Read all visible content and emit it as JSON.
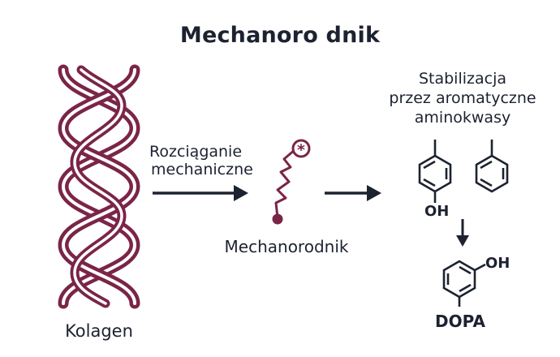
{
  "title": "Mechanoro dnik",
  "labels": {
    "collagen": "Kolagen",
    "stretch_line1": "Rozciąganie",
    "stretch_line2": "mechaniczne",
    "radical": "Mechanorodnik",
    "stabilization_line1": "Stabilizacja",
    "stabilization_line2": "przez aromatyczne",
    "stabilization_line3": "aminokwasy",
    "oh_tyrosine": "OH",
    "oh_dopa": "OH",
    "dopa": "DOPA"
  },
  "colors": {
    "helix": "#7a2547",
    "helix_light": "#ffffff",
    "text": "#1c2230",
    "radical": "#7a2547"
  },
  "icons": {
    "radical_marker": "asterisk-in-circle",
    "radical_tail": "filled-dot"
  }
}
